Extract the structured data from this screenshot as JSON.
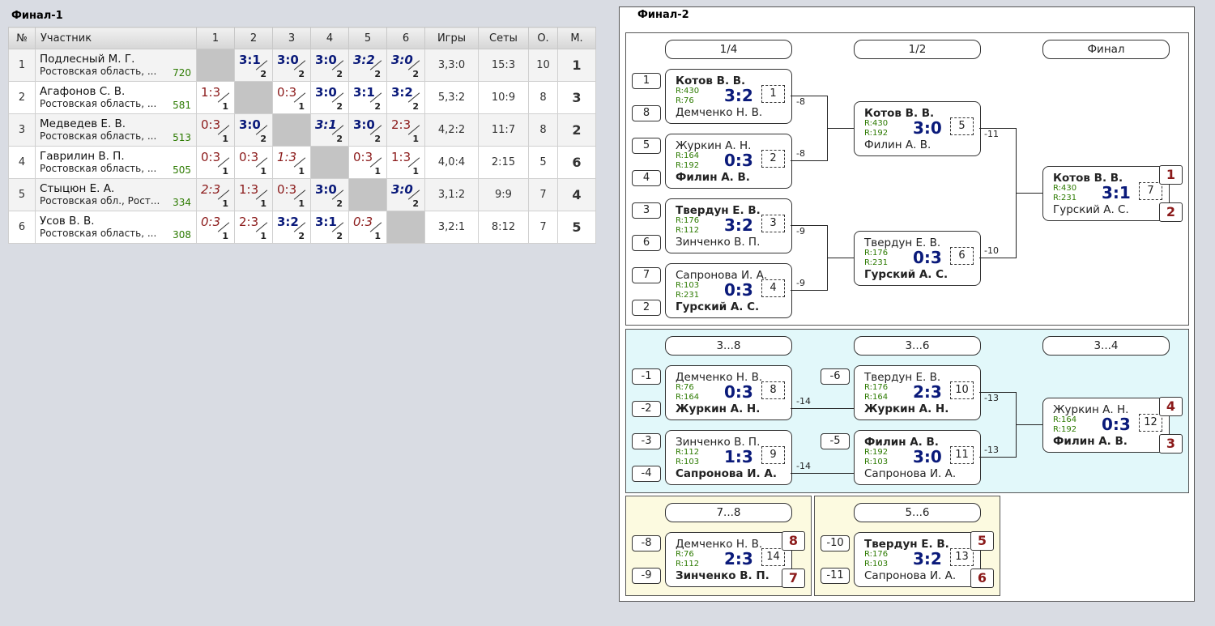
{
  "final1": {
    "title": "Финал-1",
    "headers": [
      "№",
      "Участник",
      "1",
      "2",
      "3",
      "4",
      "5",
      "6",
      "Игры",
      "Сеты",
      "О.",
      "М."
    ],
    "rows": [
      {
        "num": "1",
        "name": "Подлесный М. Г.",
        "region": "Ростовская область, ...",
        "rating": "720",
        "games": "3,3:0",
        "sets": "15:3",
        "points": "10",
        "place": "1"
      },
      {
        "num": "2",
        "name": "Агафонов С. В.",
        "region": "Ростовская область, ...",
        "rating": "581",
        "games": "5,3:2",
        "sets": "10:9",
        "points": "8",
        "place": "3"
      },
      {
        "num": "3",
        "name": "Медведев Е. В.",
        "region": "Ростовская область, ...",
        "rating": "513",
        "games": "4,2:2",
        "sets": "11:7",
        "points": "8",
        "place": "2"
      },
      {
        "num": "4",
        "name": "Гаврилин В. П.",
        "region": "Ростовская область, ...",
        "rating": "505",
        "games": "4,0:4",
        "sets": "2:15",
        "points": "5",
        "place": "6"
      },
      {
        "num": "5",
        "name": "Стыцюн Е. А.",
        "region": "Ростовская обл., Рост...",
        "rating": "334",
        "games": "3,1:2",
        "sets": "9:9",
        "points": "7",
        "place": "4"
      },
      {
        "num": "6",
        "name": "Усов В. В.",
        "region": "Ростовская область, ...",
        "rating": "308",
        "games": "3,2:1",
        "sets": "8:12",
        "points": "7",
        "place": "5"
      }
    ],
    "results": [
      [
        null,
        {
          "s": "3:1",
          "p": "2",
          "w": true,
          "i": false
        },
        {
          "s": "3:0",
          "p": "2",
          "w": true,
          "i": false
        },
        {
          "s": "3:0",
          "p": "2",
          "w": true,
          "i": false
        },
        {
          "s": "3:2",
          "p": "2",
          "w": true,
          "i": true
        },
        {
          "s": "3:0",
          "p": "2",
          "w": true,
          "i": true
        }
      ],
      [
        {
          "s": "1:3",
          "p": "1",
          "w": false,
          "i": false
        },
        null,
        {
          "s": "0:3",
          "p": "1",
          "w": false,
          "i": false
        },
        {
          "s": "3:0",
          "p": "2",
          "w": true,
          "i": false
        },
        {
          "s": "3:1",
          "p": "2",
          "w": true,
          "i": false
        },
        {
          "s": "3:2",
          "p": "2",
          "w": true,
          "i": false
        }
      ],
      [
        {
          "s": "0:3",
          "p": "1",
          "w": false,
          "i": false
        },
        {
          "s": "3:0",
          "p": "2",
          "w": true,
          "i": false
        },
        null,
        {
          "s": "3:1",
          "p": "2",
          "w": true,
          "i": true
        },
        {
          "s": "3:0",
          "p": "2",
          "w": true,
          "i": false
        },
        {
          "s": "2:3",
          "p": "1",
          "w": false,
          "i": false
        }
      ],
      [
        {
          "s": "0:3",
          "p": "1",
          "w": false,
          "i": false
        },
        {
          "s": "0:3",
          "p": "1",
          "w": false,
          "i": false
        },
        {
          "s": "1:3",
          "p": "1",
          "w": false,
          "i": true
        },
        null,
        {
          "s": "0:3",
          "p": "1",
          "w": false,
          "i": false
        },
        {
          "s": "1:3",
          "p": "1",
          "w": false,
          "i": false
        }
      ],
      [
        {
          "s": "2:3",
          "p": "1",
          "w": false,
          "i": true
        },
        {
          "s": "1:3",
          "p": "1",
          "w": false,
          "i": false
        },
        {
          "s": "0:3",
          "p": "1",
          "w": false,
          "i": false
        },
        {
          "s": "3:0",
          "p": "2",
          "w": true,
          "i": false
        },
        null,
        {
          "s": "3:0",
          "p": "2",
          "w": true,
          "i": true
        }
      ],
      [
        {
          "s": "0:3",
          "p": "1",
          "w": false,
          "i": true
        },
        {
          "s": "2:3",
          "p": "1",
          "w": false,
          "i": false
        },
        {
          "s": "3:2",
          "p": "2",
          "w": true,
          "i": false
        },
        {
          "s": "3:1",
          "p": "2",
          "w": true,
          "i": false
        },
        {
          "s": "0:3",
          "p": "1",
          "w": false,
          "i": true
        },
        null
      ]
    ]
  },
  "final2": {
    "title": "Финал-2",
    "stages": {
      "r14": "1/4",
      "r12": "1/2",
      "final": "Финал",
      "c38": "3...8",
      "c36": "3...6",
      "c34": "3...4",
      "c78": "7...8",
      "c56": "5...6"
    },
    "seeds": {
      "s1": "1",
      "s8": "8",
      "s5": "5",
      "s4": "4",
      "s3": "3",
      "s6": "6",
      "s7": "7",
      "s2": "2",
      "m1": "-1",
      "m2": "-2",
      "m3": "-3",
      "m4": "-4",
      "m6": "-6",
      "m5": "-5",
      "m8": "-8",
      "m9": "-9",
      "m10": "-10",
      "m11": "-11"
    },
    "losers": {
      "l1": "-8",
      "l2": "-8",
      "l3": "-9",
      "l4": "-9",
      "l5": "-11",
      "l6": "-10",
      "l8": "-14",
      "l9": "-14",
      "l10": "-13",
      "l11": "-13"
    },
    "places": {
      "p1": "1",
      "p2": "2",
      "p4": "4",
      "p3": "3",
      "p8": "8",
      "p7": "7",
      "p5": "5",
      "p6": "6"
    },
    "matches": {
      "m1": {
        "p1": "Котов В. В.",
        "r1": "R:430",
        "r2": "R:76",
        "p2": "Демченко Н. В.",
        "score": "3:2",
        "num": "1"
      },
      "m2": {
        "p1": "Журкин А. Н.",
        "r1": "R:164",
        "r2": "R:192",
        "p2": "Филин А. В.",
        "score": "0:3",
        "num": "2"
      },
      "m3": {
        "p1": "Твердун Е. В.",
        "r1": "R:176",
        "r2": "R:112",
        "p2": "Зинченко В. П.",
        "score": "3:2",
        "num": "3"
      },
      "m4": {
        "p1": "Сапронова И. А.",
        "r1": "R:103",
        "r2": "R:231",
        "p2": "Гурский А. С.",
        "score": "0:3",
        "num": "4"
      },
      "m5": {
        "p1": "Котов В. В.",
        "r1": "R:430",
        "r2": "R:192",
        "p2": "Филин А. В.",
        "score": "3:0",
        "num": "5"
      },
      "m6": {
        "p1": "Твердун Е. В.",
        "r1": "R:176",
        "r2": "R:231",
        "p2": "Гурский А. С.",
        "score": "0:3",
        "num": "6"
      },
      "m7": {
        "p1": "Котов В. В.",
        "r1": "R:430",
        "r2": "R:231",
        "p2": "Гурский А. С.",
        "score": "3:1",
        "num": "7"
      },
      "m8": {
        "p1": "Демченко Н. В.",
        "r1": "R:76",
        "r2": "R:164",
        "p2": "Журкин А. Н.",
        "score": "0:3",
        "num": "8"
      },
      "m9": {
        "p1": "Зинченко В. П.",
        "r1": "R:112",
        "r2": "R:103",
        "p2": "Сапронова И. А.",
        "score": "1:3",
        "num": "9"
      },
      "m10": {
        "p1": "Твердун Е. В.",
        "r1": "R:176",
        "r2": "R:164",
        "p2": "Журкин А. Н.",
        "score": "2:3",
        "num": "10"
      },
      "m11": {
        "p1": "Филин А. В.",
        "r1": "R:192",
        "r2": "R:103",
        "p2": "Сапронова И. А.",
        "score": "3:0",
        "num": "11"
      },
      "m12": {
        "p1": "Журкин А. Н.",
        "r1": "R:164",
        "r2": "R:192",
        "p2": "Филин А. В.",
        "score": "0:3",
        "num": "12"
      },
      "m13": {
        "p1": "Твердун Е. В.",
        "r1": "R:176",
        "r2": "R:103",
        "p2": "Сапронова И. А.",
        "score": "3:2",
        "num": "13"
      },
      "m14": {
        "p1": "Демченко Н. В.",
        "r1": "R:76",
        "r2": "R:112",
        "p2": "Зинченко В. П.",
        "score": "2:3",
        "num": "14"
      }
    },
    "colors": {
      "panel_main": "#ffffff",
      "panel_cons": "#e2f8fa",
      "panel_minor": "#fcfae0",
      "win": "#0a1a7a",
      "lose": "#8b1a1a",
      "rating": "#2c7a00"
    }
  }
}
